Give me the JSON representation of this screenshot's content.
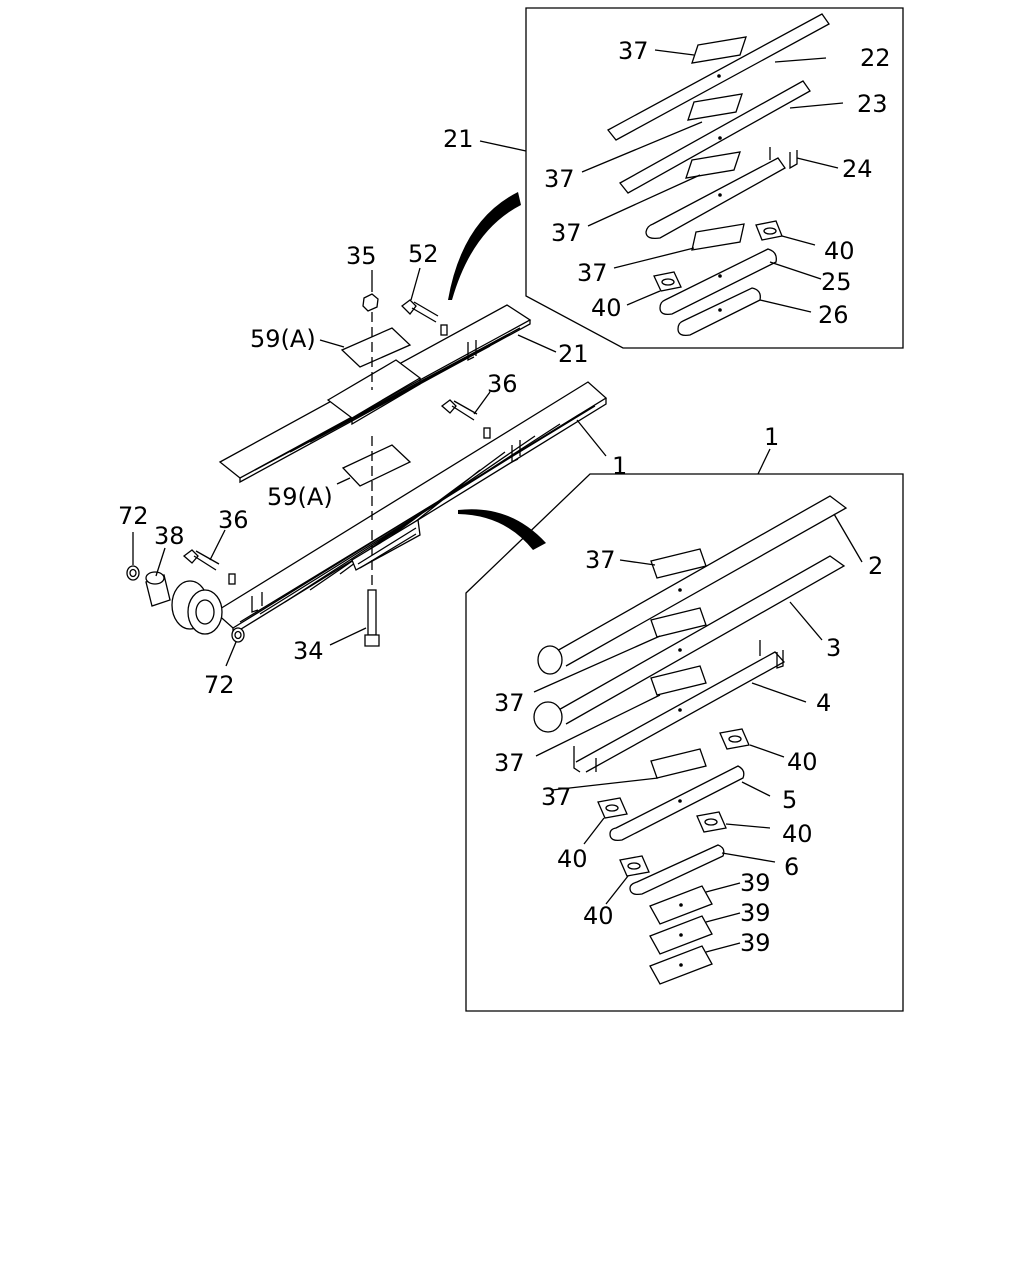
{
  "diagram": {
    "labels": {
      "l37a": "37",
      "l22": "22",
      "l23": "23",
      "l21box": "21",
      "l37b": "37",
      "l24": "24",
      "l37c": "37",
      "l40a": "40",
      "l37d": "37",
      "l25": "25",
      "l40b": "40",
      "l26": "26",
      "l35": "35",
      "l52": "52",
      "l59a": "59(A)",
      "l21": "21",
      "l36a": "36",
      "l1": "1",
      "l59b": "59(A)",
      "l72a": "72",
      "l38": "38",
      "l36b": "36",
      "l34": "34",
      "l72b": "72",
      "l1box": "1",
      "l37e": "37",
      "l2": "2",
      "l3": "3",
      "l37f": "37",
      "l4": "4",
      "l37g": "37",
      "l40c": "40",
      "l37h": "37",
      "l5": "5",
      "l40d": "40",
      "l40e": "40",
      "l6": "6",
      "l40f": "40",
      "l39a": "39",
      "l39b": "39",
      "l39c": "39"
    }
  }
}
